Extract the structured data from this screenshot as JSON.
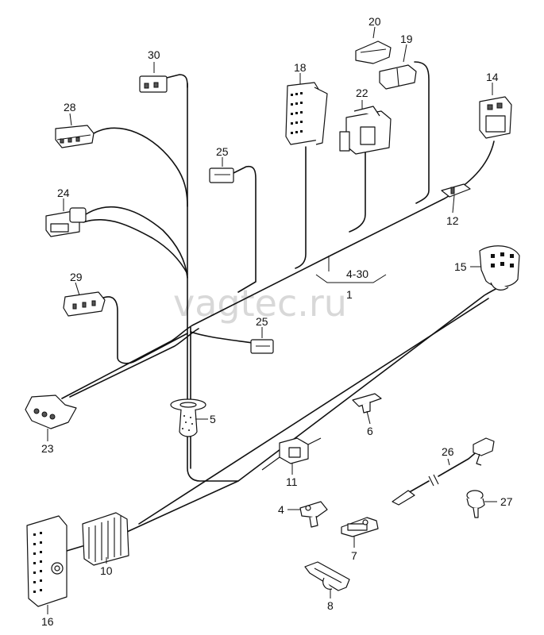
{
  "watermark": "vagtec.ru",
  "labels": {
    "p1": "1",
    "p1_range": "4-30",
    "p4": "4",
    "p5": "5",
    "p6": "6",
    "p7": "7",
    "p8": "8",
    "p10": "10",
    "p11": "11",
    "p12": "12",
    "p14": "14",
    "p15": "15",
    "p16": "16",
    "p18": "18",
    "p19": "19",
    "p20": "20",
    "p22": "22",
    "p23": "23",
    "p24": "24",
    "p25a": "25",
    "p25b": "25",
    "p26": "26",
    "p27": "27",
    "p28": "28",
    "p29": "29",
    "p30": "30"
  }
}
